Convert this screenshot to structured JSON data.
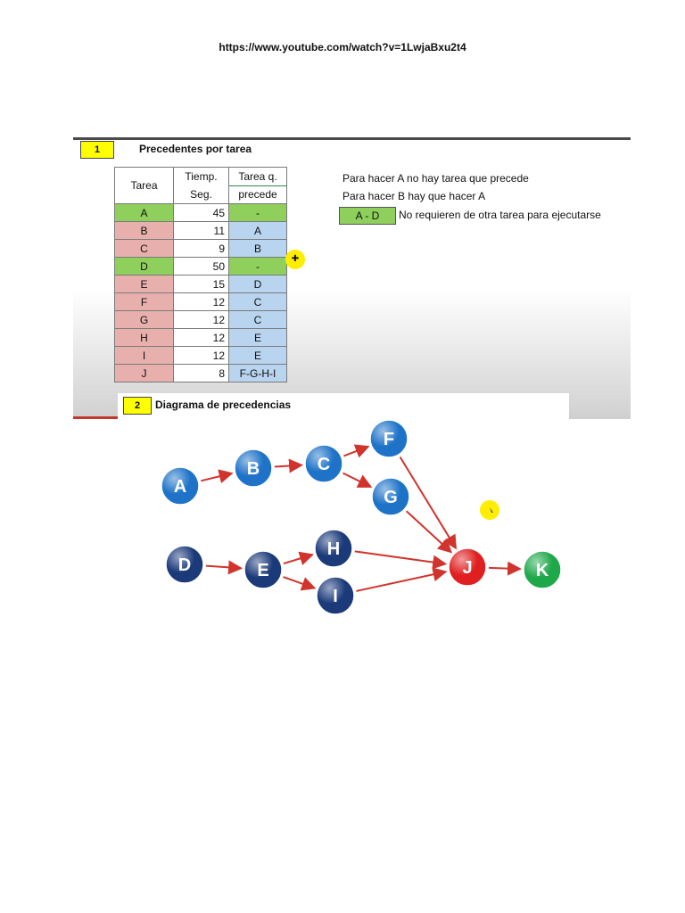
{
  "header": {
    "url": "https://www.youtube.com/watch?v=1LwjaBxu2t4"
  },
  "section1": {
    "badge": "1",
    "title": "Precedentes por tarea",
    "columns": {
      "tarea": "Tarea",
      "tiempo_l1": "Tiemp.",
      "tiempo_l2": "Seg.",
      "prec_l1": "Tarea q.",
      "prec_l2": "precede"
    },
    "rows": [
      {
        "tarea": "A",
        "tiempo": "45",
        "precede": "-",
        "color": "green"
      },
      {
        "tarea": "B",
        "tiempo": "11",
        "precede": "A",
        "color": "pink"
      },
      {
        "tarea": "C",
        "tiempo": "9",
        "precede": "B",
        "color": "pink"
      },
      {
        "tarea": "D",
        "tiempo": "50",
        "precede": "-",
        "color": "green"
      },
      {
        "tarea": "E",
        "tiempo": "15",
        "precede": "D",
        "color": "pink"
      },
      {
        "tarea": "F",
        "tiempo": "12",
        "precede": "C",
        "color": "pink"
      },
      {
        "tarea": "G",
        "tiempo": "12",
        "precede": "C",
        "color": "pink"
      },
      {
        "tarea": "H",
        "tiempo": "12",
        "precede": "E",
        "color": "pink"
      },
      {
        "tarea": "I",
        "tiempo": "12",
        "precede": "E",
        "color": "pink"
      },
      {
        "tarea": "J",
        "tiempo": "8",
        "precede": "F-G-H-I",
        "color": "pink"
      }
    ],
    "note1": "Para hacer A no hay tarea que precede",
    "note2": "Para hacer B hay que hacer A",
    "chip": "A - D",
    "note3": "No requieren de otra tarea para ejecutarse"
  },
  "section2": {
    "badge": "2",
    "title": "Diagrama de precedencias",
    "nodes": [
      {
        "id": "A",
        "color": "#1e73c8"
      },
      {
        "id": "B",
        "color": "#1e73c8"
      },
      {
        "id": "C",
        "color": "#1e73c8"
      },
      {
        "id": "F",
        "color": "#1e73c8"
      },
      {
        "id": "G",
        "color": "#1e73c8"
      },
      {
        "id": "D",
        "color": "#1b3a7a"
      },
      {
        "id": "E",
        "color": "#1b3a7a"
      },
      {
        "id": "H",
        "color": "#1b3a7a"
      },
      {
        "id": "I",
        "color": "#1b3a7a"
      },
      {
        "id": "J",
        "color": "#e02020"
      },
      {
        "id": "K",
        "color": "#1fa84a"
      }
    ],
    "edges": [
      [
        "A",
        "B"
      ],
      [
        "B",
        "C"
      ],
      [
        "C",
        "F"
      ],
      [
        "C",
        "G"
      ],
      [
        "F",
        "J"
      ],
      [
        "G",
        "J"
      ],
      [
        "D",
        "E"
      ],
      [
        "E",
        "H"
      ],
      [
        "E",
        "I"
      ],
      [
        "H",
        "J"
      ],
      [
        "I",
        "J"
      ],
      [
        "J",
        "K"
      ]
    ],
    "arrow_color": "#d0342c"
  }
}
